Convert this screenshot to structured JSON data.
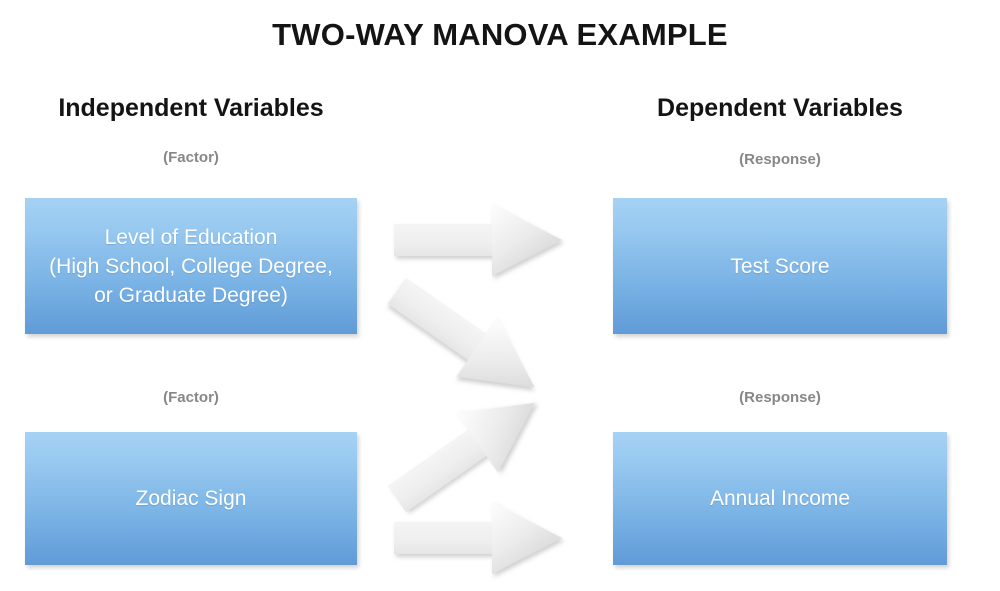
{
  "title": "TWO-WAY MANOVA EXAMPLE",
  "columns": {
    "independent": {
      "heading": "Independent Variables",
      "sub_label_1": "(Factor)",
      "sub_label_2": "(Factor)"
    },
    "dependent": {
      "heading": "Dependent Variables",
      "sub_label_1": "(Response)",
      "sub_label_2": "(Response)"
    }
  },
  "boxes": {
    "education": "Level of Education\n(High School, College Degree,\nor Graduate Degree)",
    "zodiac": "Zodiac Sign",
    "test_score": "Test Score",
    "annual_income": "Annual Income"
  },
  "arrows": [
    {
      "name": "education-to-test-score",
      "direction": "right"
    },
    {
      "name": "education-to-annual-income",
      "direction": "down-right"
    },
    {
      "name": "zodiac-to-test-score",
      "direction": "up-right"
    },
    {
      "name": "zodiac-to-annual-income",
      "direction": "right"
    }
  ],
  "colors": {
    "box_gradient_top": "#a6d2f4",
    "box_gradient_bottom": "#609bd8",
    "box_text": "#ffffff",
    "title_text": "#141414",
    "sub_label_text": "#878787",
    "arrow_fill_light": "#f3f3f3",
    "arrow_fill_dark": "#d4d4d4",
    "background": "#ffffff"
  }
}
